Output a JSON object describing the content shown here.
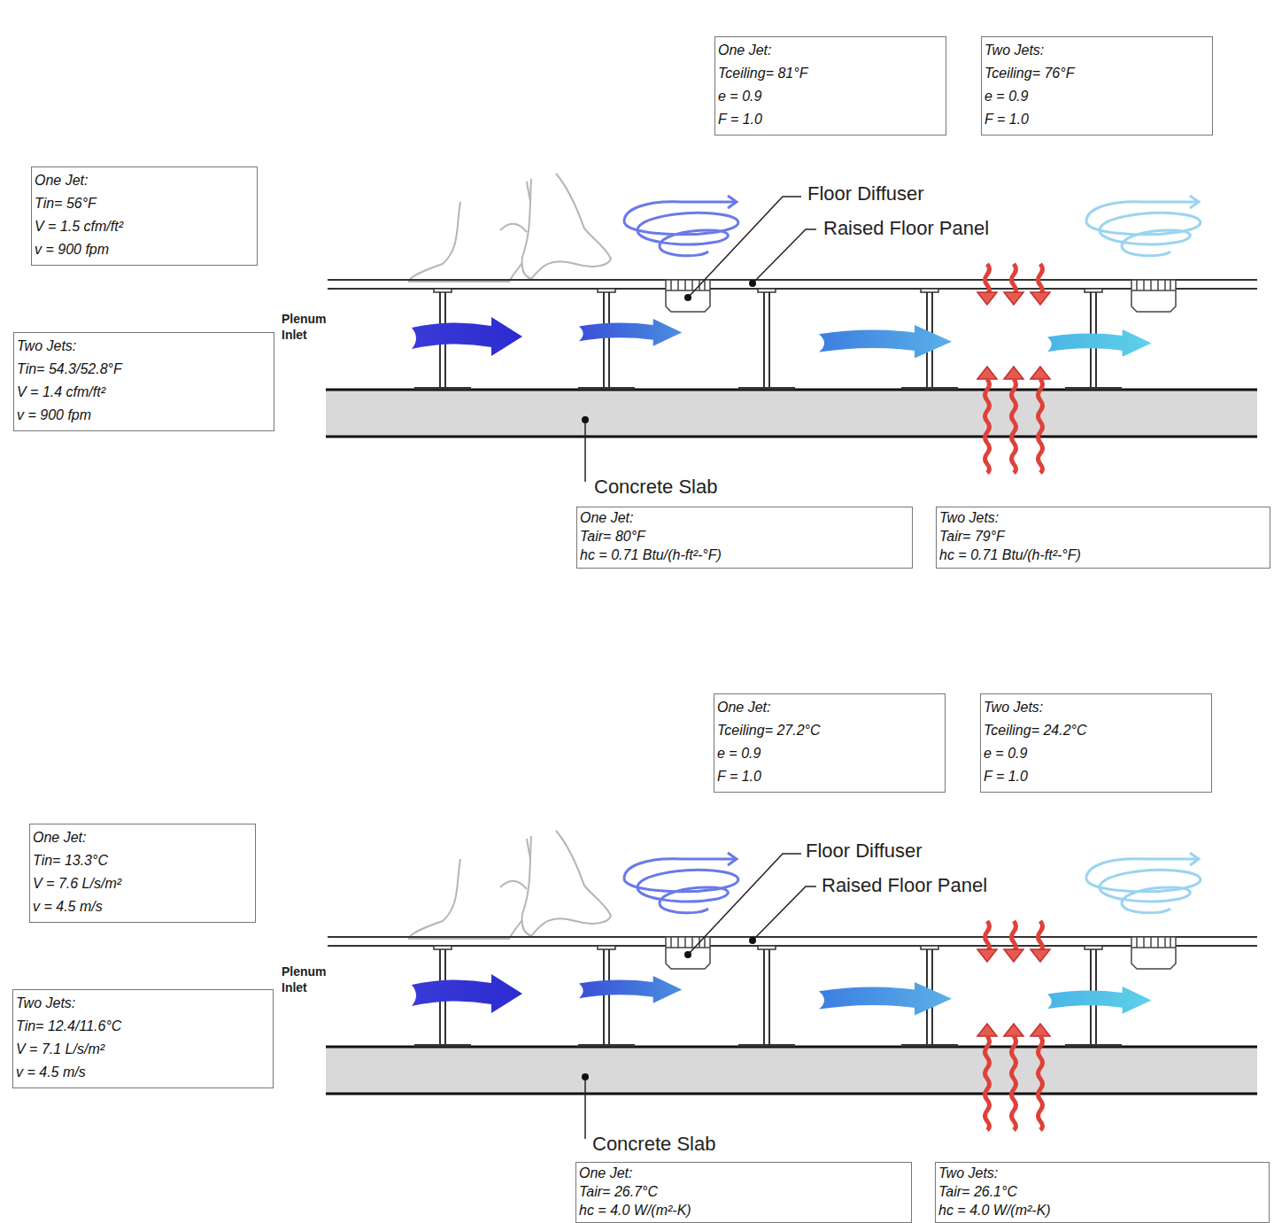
{
  "diagram": {
    "nodes": [
      {
        "text": [
          "One Jet:",
          "Tceiling= 81°F",
          "e = 0.9",
          "F = 1.0"
        ]
      },
      {
        "text": [
          "Two Jets:",
          "Tceiling= 76°F",
          "e = 0.9",
          "F = 1.0"
        ]
      },
      {
        "text": [
          "One Jet:",
          "Tin= 56°F",
          "V = 1.5 cfm/ft²",
          "v = 900 fpm"
        ]
      },
      {
        "text": [
          "Two Jets:",
          "Tin= 54.3/52.8°F",
          "V = 1.4 cfm/ft²",
          "v = 900 fpm"
        ]
      },
      {
        "text": [
          "One Jet:",
          "Tair= 80°F",
          "hc = 0.71 Btu/(h-ft²-°F)"
        ]
      },
      {
        "text": [
          "Two Jets:",
          "Tair= 79°F",
          "hc = 0.71 Btu/(h-ft²-°F)"
        ]
      },
      {
        "text": [
          "One Jet:",
          "Tceiling= 27.2°C",
          "e = 0.9",
          "F = 1.0"
        ]
      },
      {
        "text": [
          "Two Jets:",
          "Tceiling= 24.2°C",
          "e = 0.9",
          "F = 1.0"
        ]
      },
      {
        "text": [
          "One Jet:",
          "Tin= 13.3°C",
          "V = 7.6 L/s/m²",
          "v = 4.5 m/s"
        ]
      },
      {
        "text": [
          "Two Jets:",
          "Tin= 12.4/11.6°C",
          "V = 7.1 L/s/m²",
          "v = 4.5 m/s"
        ]
      },
      {
        "text": [
          "One Jet:",
          "Tair= 26.7°C",
          "hc = 4.0 W/(m²-K)"
        ]
      },
      {
        "text": [
          "Two Jets:",
          "Tair= 26.1°C",
          "hc = 4.0 W/(m²-K)"
        ]
      }
    ],
    "labels": [
      "Floor Diffuser",
      "Raised Floor Panel",
      "Plenum Inlet",
      "Concrete Slab",
      "Floor Diffuser",
      "Raised Floor Panel",
      "Plenum Inlet",
      "Concrete Slab"
    ]
  }
}
